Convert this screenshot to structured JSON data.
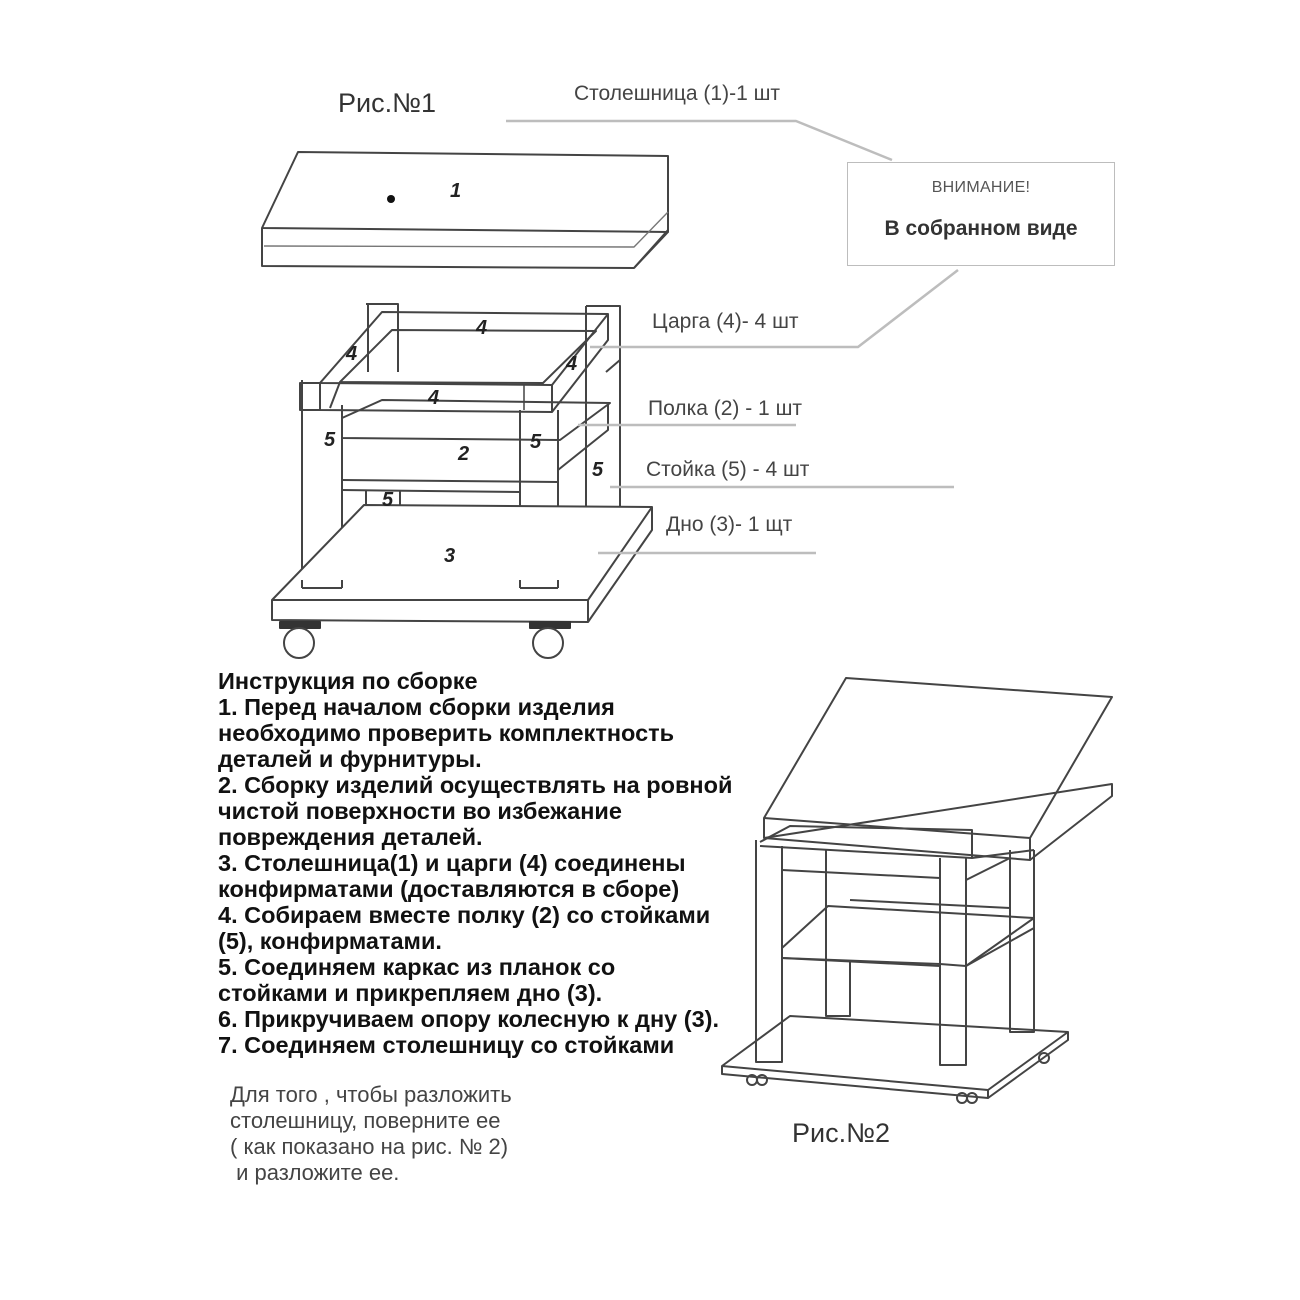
{
  "figure1": {
    "title": "Рис.№1",
    "parts": {
      "tabletop": "Столешница (1)-1 шт",
      "rail": "Царга (4)- 4 шт",
      "shelf": "Полка (2) - 1 шт",
      "post": "Стойка (5) - 4 шт",
      "bottom": "Дно (3)- 1 щт"
    },
    "part_numbers": {
      "tabletop": "1",
      "rail": "4",
      "shelf": "2",
      "post": "5",
      "bottom": "3"
    }
  },
  "notice": {
    "title": "ВНИМАНИЕ!",
    "body": "В собранном виде"
  },
  "instructions": {
    "lines": [
      "Инструкция по сборке",
      "1. Перед началом сборки изделия",
      "необходимо проверить комплектность",
      "деталей и фурнитуры.",
      "2. Сборку изделий осуществлять на ровной",
      "чистой поверхности во избежание",
      "повреждения деталей.",
      "3. Столешница(1) и царги (4) соединены",
      "конфирматами (доставляются в сборе)",
      "4. Собираем вместе полку (2) со стойками",
      "(5), конфирматами.",
      "5. Соединяем каркас из планок со",
      "стойками и прикрепляем дно (3).",
      "6. Прикручиваем опору колесную  к дну (3).",
      "7.  Соединяем столешницу со стойками"
    ]
  },
  "note": {
    "lines": [
      "Для того , чтобы разложить",
      "столешницу, поверните ее",
      "( как показано на рис. № 2)",
      " и разложите ее."
    ]
  },
  "figure2": {
    "title": "Рис.№2"
  }
}
